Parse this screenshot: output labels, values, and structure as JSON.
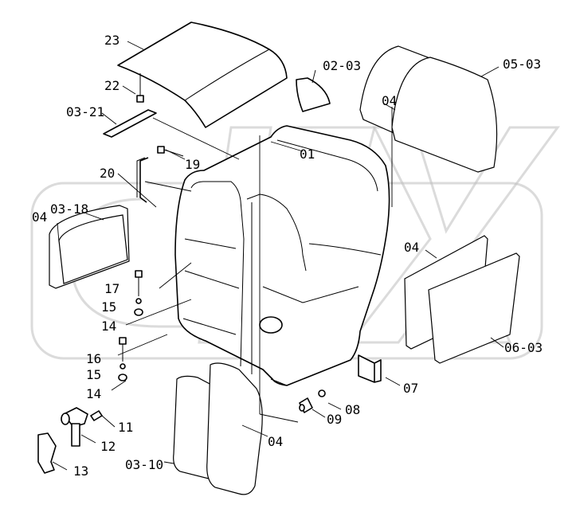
{
  "labels": {
    "p01": "01",
    "p0203": "02-03",
    "p0321": "03-21",
    "p0318": "03-18",
    "p0310": "03-10",
    "p04a": "04",
    "p04b": "04",
    "p04c": "04",
    "p04d": "04",
    "p0503": "05-03",
    "p0603": "06-03",
    "p07": "07",
    "p08": "08",
    "p09": "09",
    "p11": "11",
    "p12": "12",
    "p13": "13",
    "p14a": "14",
    "p14b": "14",
    "p15a": "15",
    "p15b": "15",
    "p16": "16",
    "p17": "17",
    "p19": "19",
    "p20": "20",
    "p22": "22",
    "p23": "23"
  },
  "watermark": {
    "text": "CHEX"
  }
}
